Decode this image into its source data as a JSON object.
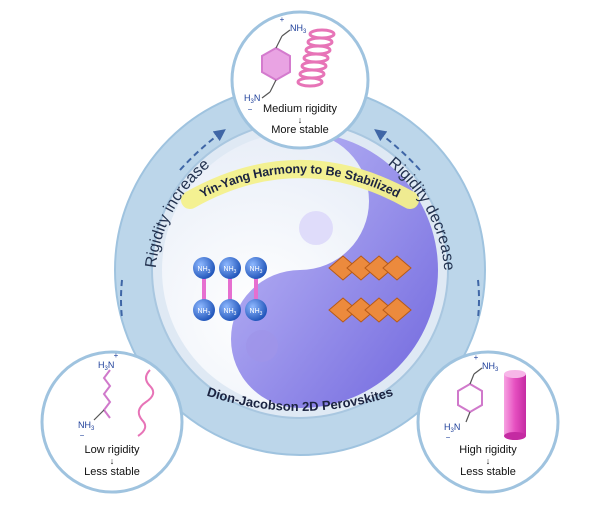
{
  "diagram": {
    "arc_left_label": "Rigidity increase",
    "arc_right_label": "Rigidity decrease",
    "ribbon_label": "Yin-Yang Harmony to Be Stabilized",
    "bottom_label": "Dion-Jacobson 2D Perovskites",
    "nh_label": "NH",
    "nh_sub": "3",
    "plus": "+",
    "minus": "−",
    "top_card": {
      "formula_top": "NH",
      "formula_top_sub": "3",
      "formula_bottom": "H",
      "formula_bottom_sub": "3",
      "formula_bottom_tail": "N",
      "rigidity": "Medium rigidity",
      "stability": "More stable"
    },
    "left_card": {
      "formula_top": "H",
      "formula_top_sub": "3",
      "formula_top_tail": "N",
      "formula_bottom": "NH",
      "formula_bottom_sub": "3",
      "rigidity": "Low rigidity",
      "stability": "Less stable"
    },
    "right_card": {
      "formula_top": "NH",
      "formula_top_sub": "3",
      "formula_bottom": "H",
      "formula_bottom_sub": "3",
      "formula_bottom_tail": "N",
      "rigidity": "High rigidity",
      "stability": "Less stable"
    },
    "colors": {
      "ring": "#bcd6ea",
      "ring_edge": "#9fc3df",
      "yin": "#7b6fe6",
      "yang": "#e9eff8",
      "ribbon": "#f3f08c",
      "nh_ball": "#2f6fd8",
      "link": "#e66fd0",
      "octahedron": "#ec8a3d",
      "spring": "#e774b7",
      "cylinder": "#e85bc6",
      "arrow": "#3f66a6"
    }
  }
}
